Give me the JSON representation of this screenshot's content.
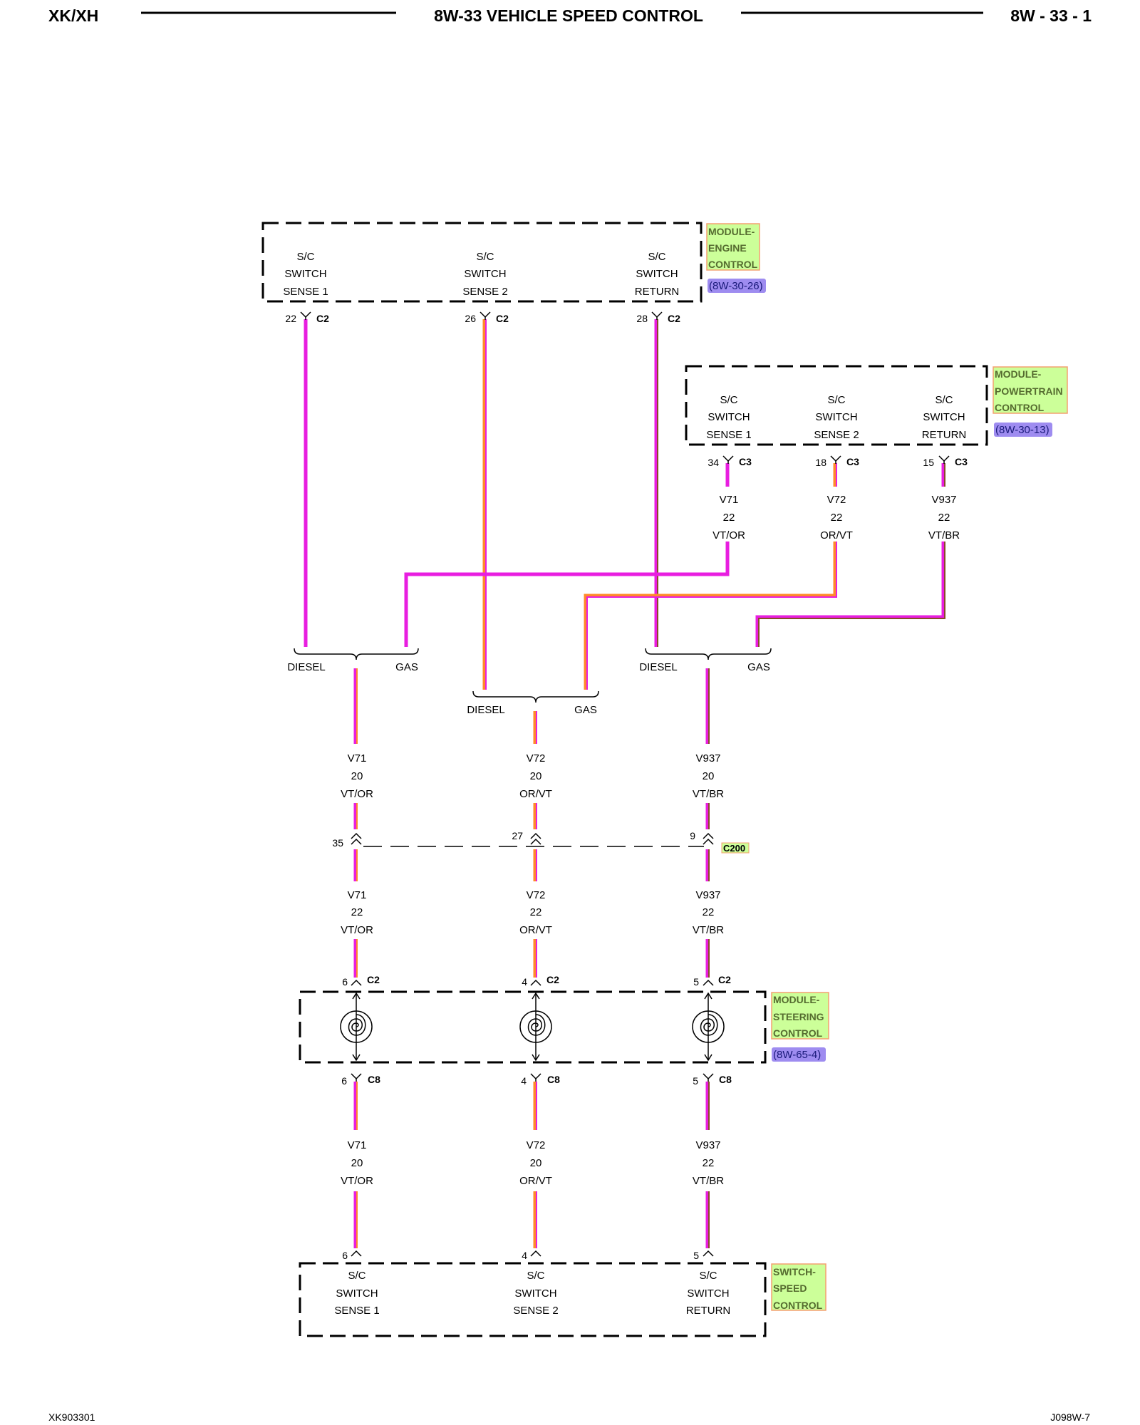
{
  "header": {
    "left": "XK/XH",
    "title": "8W-33 VEHICLE SPEED CONTROL",
    "right": "8W - 33 - 1"
  },
  "footer": {
    "left": "XK903301",
    "right": "J098W-7"
  },
  "colors": {
    "violet": "#e81ee0",
    "orange": "#ff8a2a",
    "brown": "#8a4a2a",
    "module_label_bg": "#ccff99",
    "module_label_border": "#f4a070",
    "ref_bg": "#9e8cf0",
    "c200_bg": "#ccff99"
  },
  "modules": {
    "ecm": {
      "name_lines": [
        "MODULE-",
        "ENGINE",
        "CONTROL"
      ],
      "ref": "(8W-30-26)",
      "pins": [
        {
          "lines": [
            "S/C",
            "SWITCH",
            "SENSE 1"
          ],
          "pin": "22",
          "connector": "C2"
        },
        {
          "lines": [
            "S/C",
            "SWITCH",
            "SENSE 2"
          ],
          "pin": "26",
          "connector": "C2"
        },
        {
          "lines": [
            "S/C",
            "SWITCH",
            "RETURN"
          ],
          "pin": "28",
          "connector": "C2"
        }
      ]
    },
    "pcm": {
      "name_lines": [
        "MODULE-",
        "POWERTRAIN",
        "CONTROL"
      ],
      "ref": "(8W-30-13)",
      "pins": [
        {
          "lines": [
            "S/C",
            "SWITCH",
            "SENSE 1"
          ],
          "pin": "34",
          "connector": "C3"
        },
        {
          "lines": [
            "S/C",
            "SWITCH",
            "SENSE 2"
          ],
          "pin": "18",
          "connector": "C3"
        },
        {
          "lines": [
            "S/C",
            "SWITCH",
            "RETURN"
          ],
          "pin": "15",
          "connector": "C3"
        }
      ],
      "wires": [
        {
          "circuit": "V71",
          "gauge": "22",
          "color": "VT/OR"
        },
        {
          "circuit": "V72",
          "gauge": "22",
          "color": "OR/VT"
        },
        {
          "circuit": "V937",
          "gauge": "22",
          "color": "VT/BR"
        }
      ]
    },
    "steering": {
      "name_lines": [
        "MODULE-",
        "STEERING",
        "CONTROL"
      ],
      "ref": "(8W-65-4)",
      "top_pins": [
        {
          "pin": "6",
          "connector": "C2"
        },
        {
          "pin": "4",
          "connector": "C2"
        },
        {
          "pin": "5",
          "connector": "C2"
        }
      ],
      "bottom_pins": [
        {
          "pin": "6",
          "connector": "C8"
        },
        {
          "pin": "4",
          "connector": "C8"
        },
        {
          "pin": "5",
          "connector": "C8"
        }
      ]
    },
    "switch": {
      "name_lines": [
        "SWITCH-",
        "SPEED",
        "CONTROL"
      ],
      "pins": [
        {
          "lines": [
            "S/C",
            "SWITCH",
            "SENSE 1"
          ],
          "pin": "6"
        },
        {
          "lines": [
            "S/C",
            "SWITCH",
            "SENSE 2"
          ],
          "pin": "4"
        },
        {
          "lines": [
            "S/C",
            "SWITCH",
            "RETURN"
          ],
          "pin": "5"
        }
      ]
    }
  },
  "splices": [
    {
      "left": "DIESEL",
      "right": "GAS"
    },
    {
      "left": "DIESEL",
      "right": "GAS"
    },
    {
      "left": "DIESEL",
      "right": "GAS"
    }
  ],
  "wires_upper": [
    {
      "circuit": "V71",
      "gauge": "20",
      "color": "VT/OR"
    },
    {
      "circuit": "V72",
      "gauge": "20",
      "color": "OR/VT"
    },
    {
      "circuit": "V937",
      "gauge": "20",
      "color": "VT/BR"
    }
  ],
  "c200": {
    "name": "C200",
    "pins": [
      "35",
      "27",
      "9"
    ]
  },
  "wires_mid": [
    {
      "circuit": "V71",
      "gauge": "22",
      "color": "VT/OR"
    },
    {
      "circuit": "V72",
      "gauge": "22",
      "color": "OR/VT"
    },
    {
      "circuit": "V937",
      "gauge": "22",
      "color": "VT/BR"
    }
  ],
  "wires_lower": [
    {
      "circuit": "V71",
      "gauge": "20",
      "color": "VT/OR"
    },
    {
      "circuit": "V72",
      "gauge": "20",
      "color": "OR/VT"
    },
    {
      "circuit": "V937",
      "gauge": "22",
      "color": "VT/BR"
    }
  ]
}
